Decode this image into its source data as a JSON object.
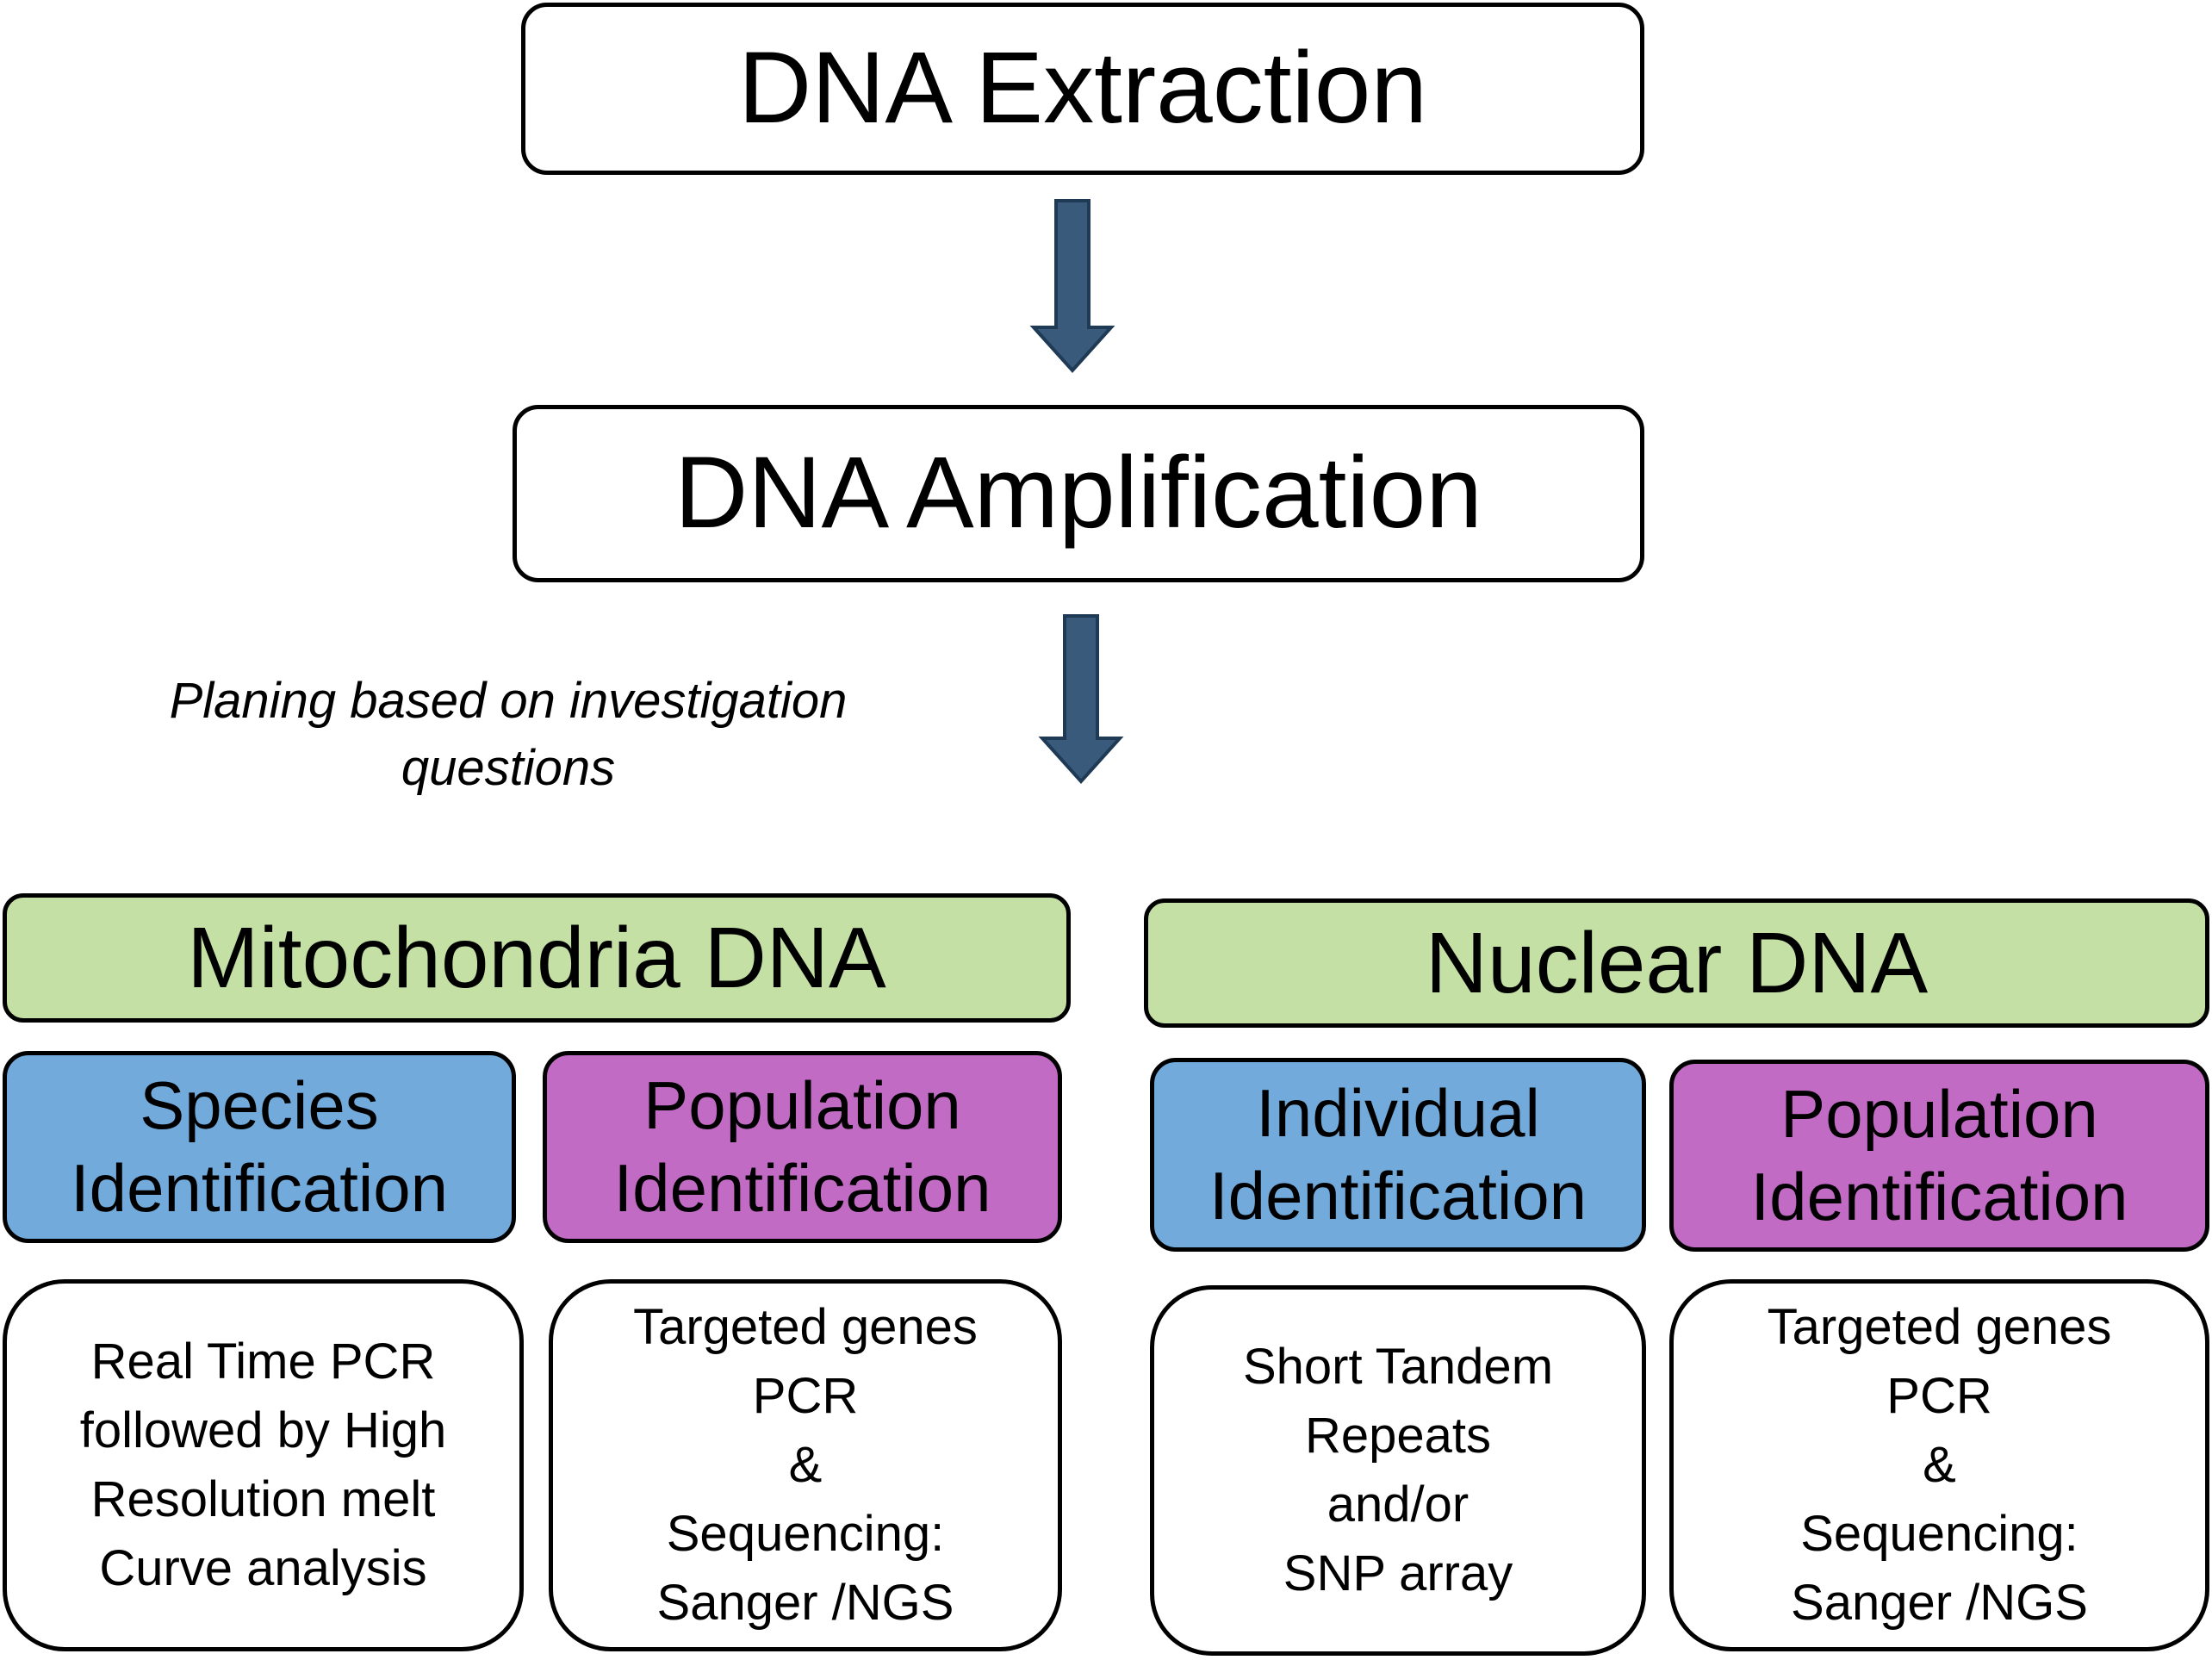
{
  "steps": {
    "extraction": "DNA Extraction",
    "amplification": "DNA Amplification"
  },
  "note": {
    "line1": "Planing based on investigation",
    "line2": "questions"
  },
  "mito": {
    "title": "Mitochondria DNA",
    "species": {
      "line1": "Species",
      "line2": "Identification"
    },
    "population": {
      "line1": "Population",
      "line2": "Identification"
    },
    "species_method": {
      "line1": "Real Time PCR",
      "line2": "followed by High",
      "line3": "Resolution melt",
      "line4": "Curve analysis"
    },
    "population_method": {
      "line1": "Targeted genes",
      "line2": "PCR",
      "line3": "&",
      "line4": "Sequencing:",
      "line5": "Sanger /NGS"
    }
  },
  "nuclear": {
    "title": "Nuclear DNA",
    "individual": {
      "line1": "Individual",
      "line2": "Identification"
    },
    "population": {
      "line1": "Population",
      "line2": "Identification"
    },
    "individual_method": {
      "line1": "Short Tandem",
      "line2": "Repeats",
      "line3": "and/or",
      "line4": "SNP array"
    },
    "population_method": {
      "line1": "Targeted genes",
      "line2": "PCR",
      "line3": "&",
      "line4": "Sequencing:",
      "line5": "Sanger /NGS"
    }
  },
  "colors": {
    "arrow": "#3a5a7c",
    "green": "#c5e0a5",
    "blue": "#71aadb",
    "purple": "#c26bc4"
  }
}
